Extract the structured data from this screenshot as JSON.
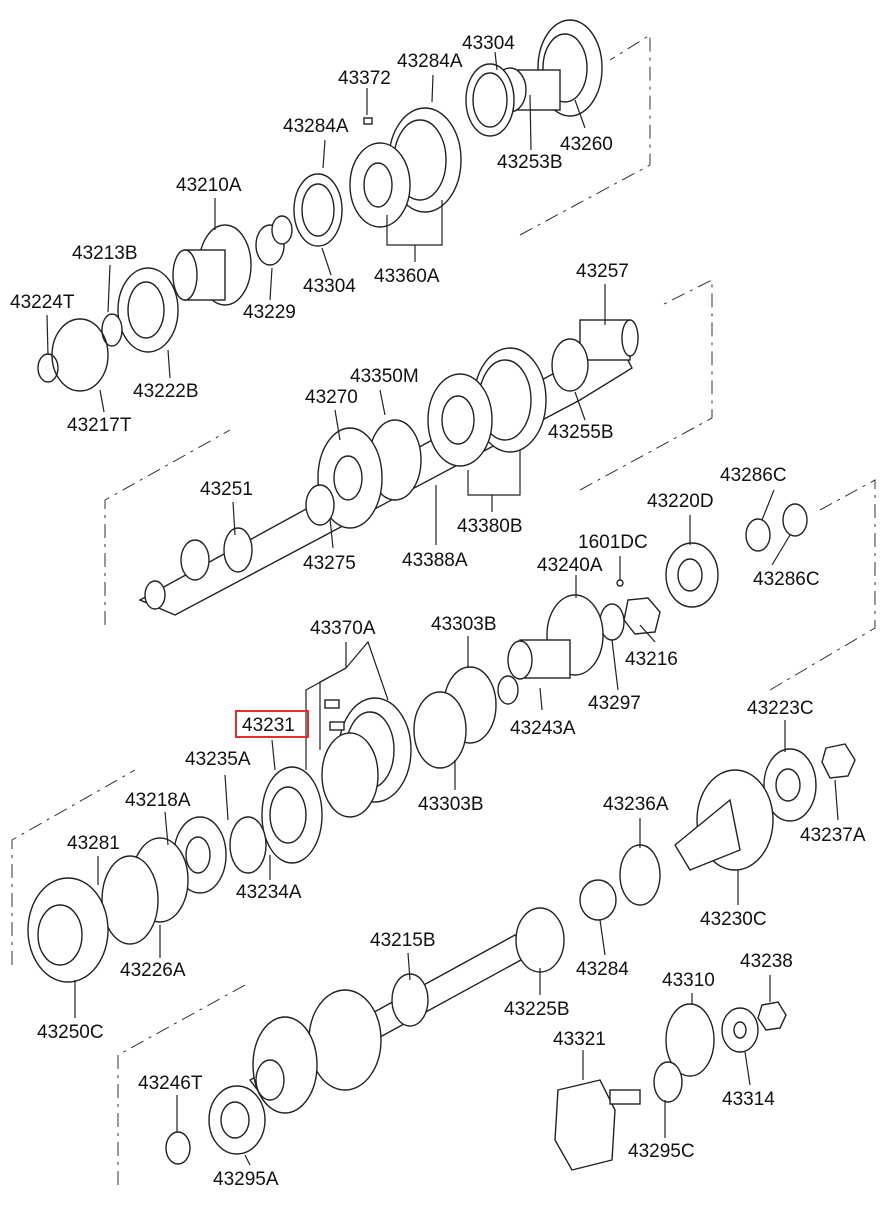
{
  "highlight_color": "#e0302a",
  "highlighted_part": "43231",
  "labels": {
    "p43304_top": "43304",
    "p43284A_top": "43284A",
    "p43372": "43372",
    "p43284A": "43284A",
    "p43260": "43260",
    "p43253B": "43253B",
    "p43210A": "43210A",
    "p43213B": "43213B",
    "p43224T": "43224T",
    "p43229": "43229",
    "p43304": "43304",
    "p43360A": "43360A",
    "p43222B": "43222B",
    "p43217T": "43217T",
    "p43257": "43257",
    "p43350M": "43350M",
    "p43270": "43270",
    "p43255B": "43255B",
    "p43251": "43251",
    "p43275": "43275",
    "p43388A": "43388A",
    "p43380B": "43380B",
    "p43286C_top": "43286C",
    "p43220D": "43220D",
    "p1601DC": "1601DC",
    "p43240A": "43240A",
    "p43286C": "43286C",
    "p43370A": "43370A",
    "p43303B_top": "43303B",
    "p43216": "43216",
    "p43297": "43297",
    "p43231": "43231",
    "p43243A": "43243A",
    "p43223C": "43223C",
    "p43235A": "43235A",
    "p43218A": "43218A",
    "p43303B": "43303B",
    "p43236A": "43236A",
    "p43237A": "43237A",
    "p43281": "43281",
    "p43234A": "43234A",
    "p43230C": "43230C",
    "p43215B": "43215B",
    "p43226A": "43226A",
    "p43284": "43284",
    "p43250C": "43250C",
    "p43238": "43238",
    "p43310": "43310",
    "p43225B": "43225B",
    "p43321": "43321",
    "p43246T": "43246T",
    "p43314": "43314",
    "p43295C": "43295C",
    "p43295A": "43295A"
  }
}
